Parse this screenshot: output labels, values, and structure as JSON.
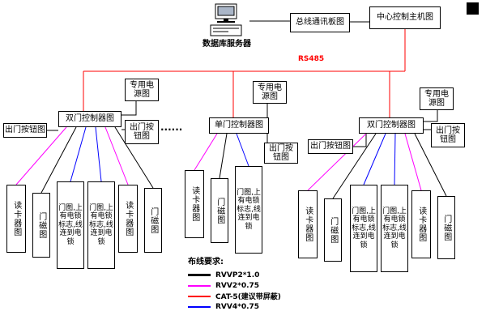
{
  "top": {
    "server_label": "数据库服务器",
    "bus_board_label": "总线通讯板图",
    "host_label": "中心控制主机图",
    "bus_label": "RS485"
  },
  "dots": "......",
  "groups": [
    {
      "controller": "双门控制器图",
      "power": "专用电源图",
      "exits": [
        "出门按钮图",
        "出门按钮图"
      ],
      "devices": [
        "读卡器图",
        "门磁图",
        "门图,上有电锁标志,线连到电锁",
        "门图,上有电锁标志,线连到电锁",
        "读卡器图",
        "门磁图"
      ]
    },
    {
      "controller": "单门控制器图",
      "power": "专用电源图",
      "exits": [
        "出门按钮图"
      ],
      "devices": [
        "读卡器图",
        "门磁图",
        "门图,上有电锁标志,线连到电锁"
      ]
    },
    {
      "controller": "双门控制器图",
      "power": "专用电源图",
      "exits": [
        "出门按钮图",
        "出门按钮图"
      ],
      "devices": [
        "读卡器图",
        "门磁图",
        "门图,上有电锁标志,线连到电锁",
        "门图,上有电锁标志,线连到电锁",
        "读卡器图",
        "门磁图"
      ]
    }
  ],
  "legend": {
    "title": "布线要求:",
    "items": [
      {
        "label": "RVVP2*1.0",
        "color": "#000000"
      },
      {
        "label": "RVV2*0.75",
        "color": "#ff00ff"
      },
      {
        "label": "CAT-5(建议带屏蔽)",
        "color": "#ff0000"
      },
      {
        "label": "RVV4*0.75",
        "color": "#0000ff"
      }
    ]
  },
  "wire_colors": {
    "rs485_bus": "#ff0000",
    "reader": "#ff00ff",
    "door_magnet": "#000000",
    "electric_lock": "#0000ff",
    "power_exit": "#000000"
  }
}
